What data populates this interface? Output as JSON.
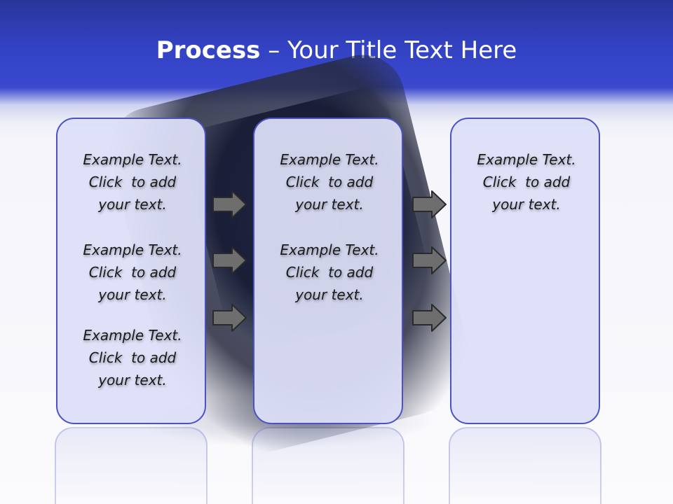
{
  "title": {
    "bold": "Process",
    "rest": "  – Your Title Text Here"
  },
  "columns": [
    {
      "blocks": [
        [
          "Example Text.",
          "Click  to add",
          "your text."
        ],
        [
          "Example Text.",
          "Click  to add",
          "your text."
        ],
        [
          "Example Text.",
          "Click  to add",
          "your text."
        ]
      ]
    },
    {
      "blocks": [
        [
          "Example Text.",
          "Click  to add",
          "your text."
        ],
        [
          "Example Text.",
          "Click  to add",
          "your text."
        ]
      ]
    },
    {
      "blocks": [
        [
          "Example Text.",
          "Click  to add",
          "your text."
        ]
      ]
    }
  ],
  "colors": {
    "header": "#3343c4",
    "box_border": "#4b53c4",
    "box_fill": "#dcdff6",
    "arrow_fill": "#6e6e6e"
  },
  "icons": [
    "right-arrow-icon"
  ]
}
